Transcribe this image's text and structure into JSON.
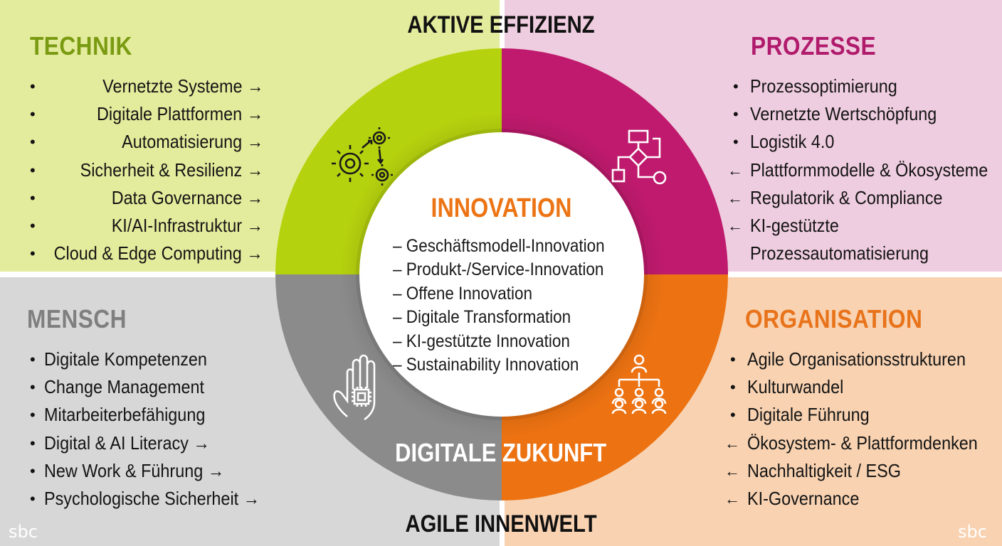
{
  "top_label": "AKTIVE EFFIZIENZ",
  "bottom_label": "AGILE INNENWELT",
  "ring_label": {
    "left": "DIGITALE",
    "right": "ZUKUNFT"
  },
  "logo": "sbc",
  "colors": {
    "technik": "#7a9a12",
    "prozesse": "#b01b6c",
    "mensch": "#7f7f7f",
    "organisation": "#e8731a",
    "wheel_green": "#b5d20e",
    "wheel_magenta": "#bf1a6d",
    "wheel_gray": "#8b8b8b",
    "wheel_orange": "#ec7212"
  },
  "technik": {
    "title": "TECHNIK",
    "items": [
      {
        "text": "Vernetzte Systeme →",
        "bullet": "•"
      },
      {
        "text": "Digitale Plattformen →",
        "bullet": "•"
      },
      {
        "text": "Automatisierung →",
        "bullet": "•"
      },
      {
        "text": "Sicherheit & Resilienz →",
        "bullet": "•"
      },
      {
        "text": "Data Governance →",
        "bullet": "•"
      },
      {
        "text": "KI/AI-Infrastruktur →",
        "bullet": "•"
      },
      {
        "text": "Cloud & Edge Computing →",
        "bullet": "•"
      }
    ]
  },
  "prozesse": {
    "title": "PROZESSE",
    "items": [
      {
        "text": "Prozessoptimierung",
        "bullet": "•"
      },
      {
        "text": "Vernetzte Wertschöpfung",
        "bullet": "•"
      },
      {
        "text": "Logistik 4.0",
        "bullet": "•"
      },
      {
        "text": "Plattformmodelle & Ökosysteme",
        "bullet": "←"
      },
      {
        "text": "Regulatorik & Compliance",
        "bullet": "←"
      },
      {
        "text": "KI-gestützte",
        "bullet": "←"
      },
      {
        "text": "Prozessautomatisierung",
        "bullet": ""
      }
    ]
  },
  "mensch": {
    "title": "MENSCH",
    "items": [
      {
        "text": "Digitale Kompetenzen",
        "bullet": "•"
      },
      {
        "text": "Change Management",
        "bullet": "•"
      },
      {
        "text": "Mitarbeiterbefähigung",
        "bullet": "•"
      },
      {
        "text": "Digital & AI Literacy →",
        "bullet": "•"
      },
      {
        "text": "New Work & Führung →",
        "bullet": "•"
      },
      {
        "text": "Psychologische Sicherheit →",
        "bullet": "•"
      }
    ]
  },
  "organisation": {
    "title": "ORGANISATION",
    "items": [
      {
        "text": "Agile Organisationsstrukturen",
        "bullet": "•"
      },
      {
        "text": "Kulturwandel",
        "bullet": "•"
      },
      {
        "text": "Digitale Führung",
        "bullet": "•"
      },
      {
        "text": "Ökosystem- & Plattformdenken",
        "bullet": "←"
      },
      {
        "text": "Nachhaltigkeit / ESG",
        "bullet": "←"
      },
      {
        "text": "KI-Governance",
        "bullet": "←"
      }
    ]
  },
  "innovation": {
    "title": "INNOVATION",
    "items": [
      "– Geschäftsmodell-Innovation",
      "– Produkt-/Service-Innovation",
      "– Offene Innovation",
      "– Digitale Transformation",
      "– KI-gestützte Innovation",
      "– Sustainability Innovation"
    ]
  },
  "icons": {
    "technik": "gears-icon",
    "prozesse": "flowchart-icon",
    "mensch": "hand-chip-icon",
    "organisation": "org-chart-icon"
  }
}
